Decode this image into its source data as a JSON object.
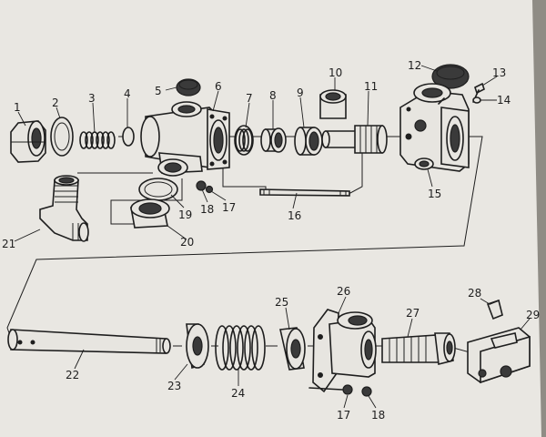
{
  "colors": {
    "paper": "#e9e7e2",
    "ink": "#1e1e1e",
    "background": "#8f8c85"
  },
  "labels": {
    "p1": "1",
    "p2": "2",
    "p3": "3",
    "p4": "4",
    "p5": "5",
    "p6": "6",
    "p7": "7",
    "p8": "8",
    "p9": "9",
    "p10": "10",
    "p11": "11",
    "p12": "12",
    "p13": "13",
    "p14": "14",
    "p15": "15",
    "p16": "16",
    "p17": "17",
    "p18": "18",
    "p19": "19",
    "p20": "20",
    "p21": "21",
    "p22": "22",
    "p23": "23",
    "p24": "24",
    "p25": "25",
    "p26": "26",
    "p27": "27",
    "p28": "28",
    "p29": "29",
    "p17b": "17",
    "p18b": "18"
  }
}
